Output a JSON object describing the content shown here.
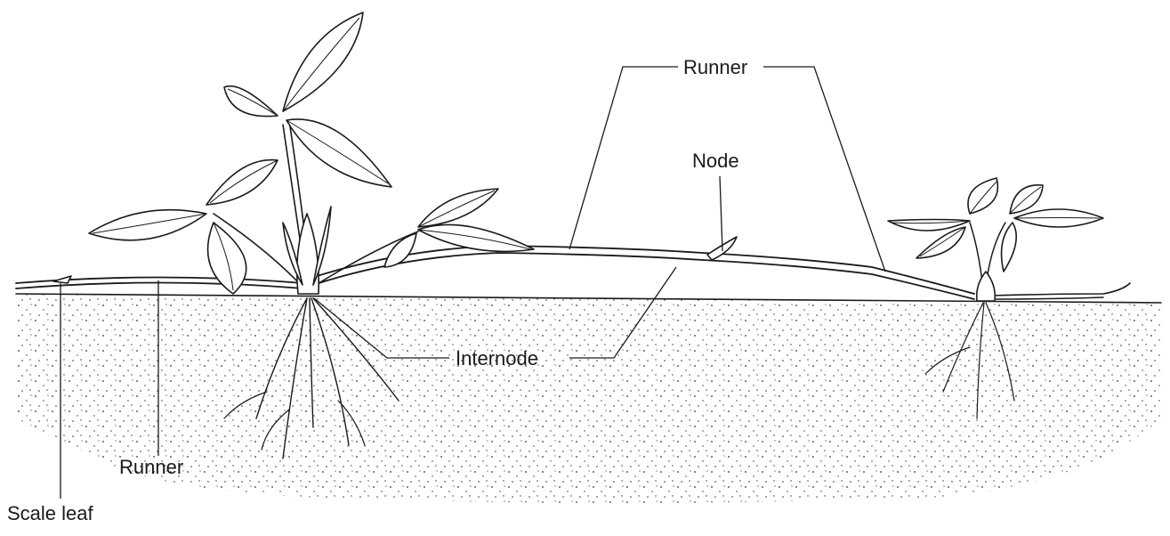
{
  "labels": {
    "runner_top": "Runner",
    "node": "Node",
    "internode": "Internode",
    "runner_left": "Runner",
    "scale_leaf": "Scale leaf"
  },
  "colors": {
    "ink": "#1a1a1a",
    "background": "#ffffff"
  }
}
